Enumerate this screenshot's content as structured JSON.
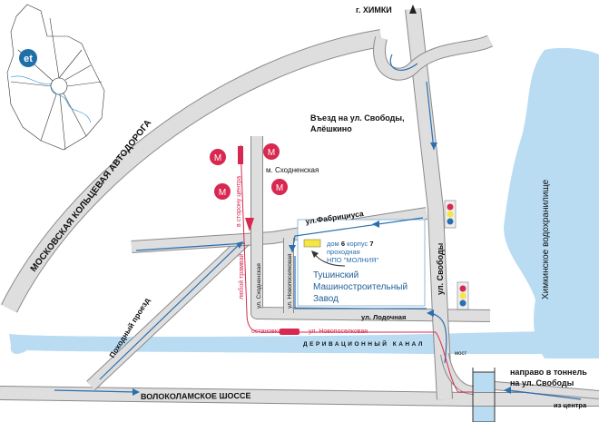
{
  "labels": {
    "khimki": "г. ХИМКИ",
    "mkad": "МОСКОВСКАЯ КОЛЬЦЕВАЯ АВТОДОРОГА",
    "entry": "Въезд на ул. Свободы,",
    "entry2": "Алёшкино",
    "metro_station": "м. Сходненская",
    "metro_letter": "М",
    "tram_dir": "в сторону центра",
    "any_tram": "любой трамвай",
    "fabriciusa": "ул.Фабрициуса",
    "house": "дом",
    "house_no": "6",
    "korpus": "корпус",
    "korpus_no": "7",
    "checkpoint": "проходная",
    "npo": "НПО \"МОЛНИЯ\"",
    "plant1": "Тушинский",
    "plant2": "Машиностроительный",
    "plant3": "Завод",
    "skhodnenskaya": "ул. Сходненская",
    "novoposelkovaya": "ул. Новопоселковая",
    "svobody": "ул. Свободы",
    "lodochnaya": "ул. Лодочная",
    "stop": "остановка",
    "stop_street": "ул. Новопоселковая",
    "canal": "ДЕРИВАЦИОННЫЙ КАНАЛ",
    "bridge": "мост",
    "tunnel1": "направо в тоннель",
    "tunnel2": "на ул. Свободы",
    "from_center": "из центра",
    "pokhodny": "Походный проезд",
    "volokolamskoe": "ВОЛОКОЛАМСКОЕ ШОССЕ",
    "reservoir": "Химкинское водохранилище",
    "logo": "et"
  },
  "colors": {
    "water": "#b9dcf2",
    "road": "#dedede",
    "route": "#2a6fb0",
    "metro": "#d8284f",
    "building": "#f5e642"
  }
}
